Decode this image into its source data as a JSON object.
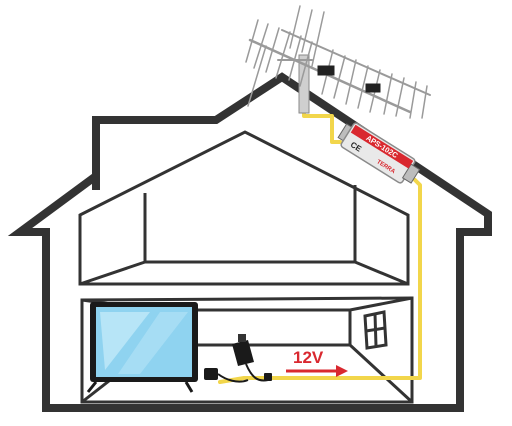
{
  "amplifier": {
    "model_label": "APS-102C",
    "mark_label": "CE",
    "brand_label": "TERRA",
    "body_color": "#e9e9e9",
    "accent_color": "#d9282f"
  },
  "power": {
    "voltage_label": "12V",
    "label_color": "#d9282f",
    "arrow_color": "#d9282f"
  },
  "cable": {
    "color": "#f2d64b"
  },
  "house": {
    "outline_color": "#333333"
  },
  "tv": {
    "screen_color": "#8fd3f0",
    "frame_color": "#1a1a1a"
  },
  "icons": [
    "antenna-icon",
    "amplifier-icon",
    "tv-icon",
    "power-adapter-icon",
    "window-icon",
    "arrow-right-icon"
  ]
}
